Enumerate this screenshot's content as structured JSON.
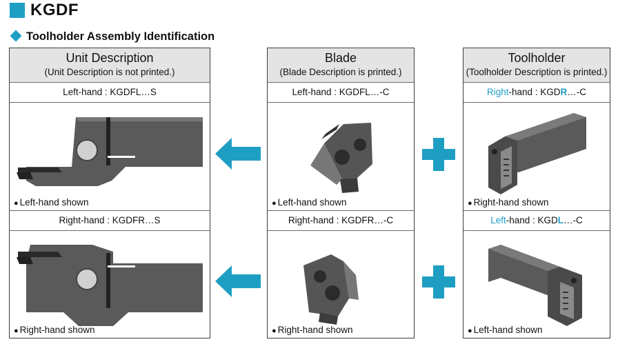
{
  "header": {
    "title": "KGDF"
  },
  "section": {
    "title": "Toolholder Assembly Identification"
  },
  "colors": {
    "accent": "#1f9ec4",
    "panel_header_bg": "#e4e4e4",
    "tool_gray": "#5a5a5a"
  },
  "unit": {
    "title": "Unit Description",
    "note": "(Unit Description is not printed.)",
    "left_label": "Left-hand : KGDFL…S",
    "left_caption": "Left-hand shown",
    "right_label": "Right-hand : KGDFR…S",
    "right_caption": "Right-hand shown"
  },
  "blade": {
    "title": "Blade",
    "note": "(Blade Description is printed.)",
    "left_label": "Left-hand : KGDFL…-C",
    "left_caption": "Left-hand shown",
    "right_label": "Right-hand : KGDFR…-C",
    "right_caption": "Right-hand shown"
  },
  "holder": {
    "title": "Toolholder",
    "note": "(Toolholder Description is printed.)",
    "top_label_hand": "Right",
    "top_label_mid": "-hand : KGD",
    "top_label_letter": "R",
    "top_label_end": "…-C",
    "top_caption": "Right-hand shown",
    "bottom_label_hand": "Left",
    "bottom_label_mid": "-hand : KGD",
    "bottom_label_letter": "L",
    "bottom_label_end": "…-C",
    "bottom_caption": "Left-hand shown"
  },
  "icons": {
    "arrow": "arrow-left-icon",
    "plus": "plus-icon",
    "bullet": "•"
  }
}
